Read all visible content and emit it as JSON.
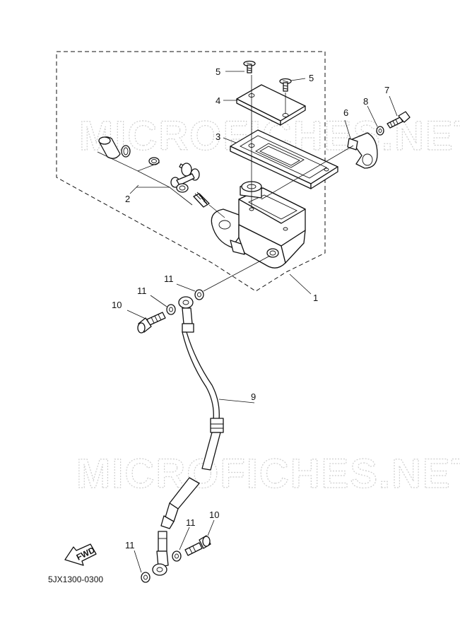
{
  "watermark": "MICROFICHES.NET",
  "diagram_code": "5JX1300-0300",
  "fwd_label": "FWD",
  "callouts": {
    "c1": "1",
    "c2": "2",
    "c3": "3",
    "c4": "4",
    "c5a": "5",
    "c5b": "5",
    "c6": "6",
    "c7": "7",
    "c8": "8",
    "c9": "9",
    "c10a": "10",
    "c10b": "10",
    "c11a": "11",
    "c11b": "11",
    "c11c": "11",
    "c11d": "11"
  }
}
